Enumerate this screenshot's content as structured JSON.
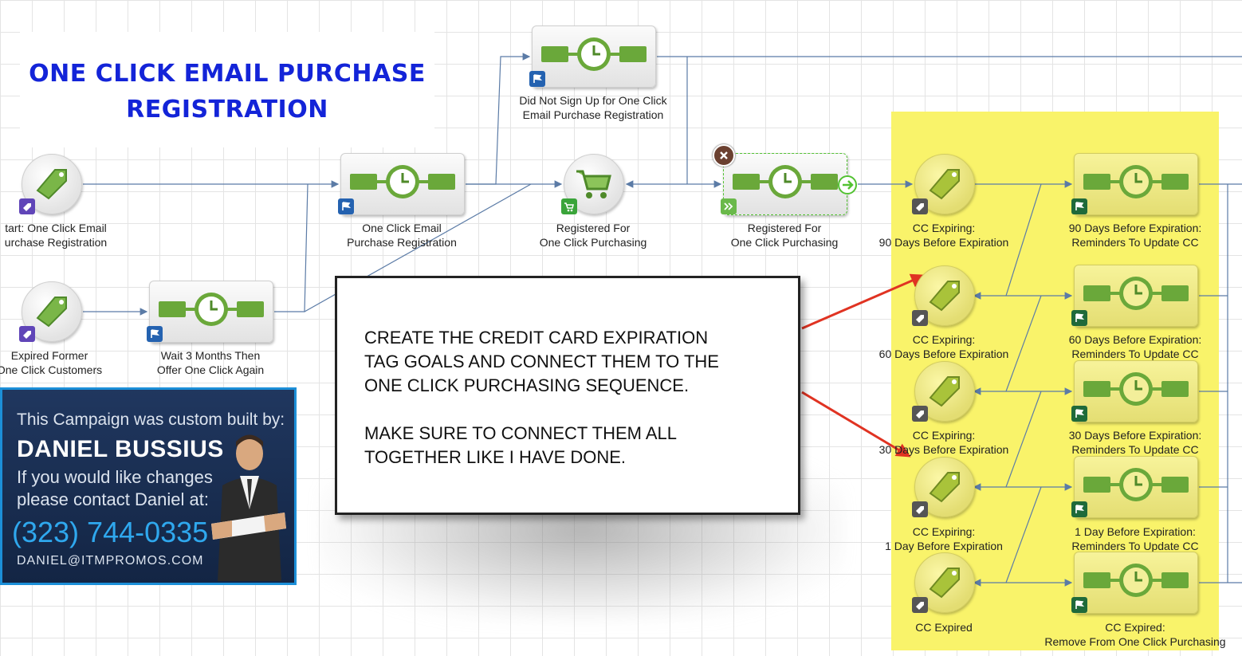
{
  "title": {
    "line1": "ONE CLICK EMAIL PURCHASE",
    "line2": "REGISTRATION"
  },
  "nodes": {
    "start_goal": {
      "line1": "tart: One Click Email",
      "line2": "urchase Registration"
    },
    "expired_goal": {
      "line1": "Expired Former",
      "line2": "One Click Customers"
    },
    "wait_seq": {
      "line1": "Wait 3 Months Then",
      "line2": "Offer One Click Again"
    },
    "oneclick_seq": {
      "line1": "One Click Email",
      "line2": "Purchase Registration"
    },
    "did_not_sign_seq": {
      "line1": "Did Not Sign Up for One Click",
      "line2": "Email Purchase Registration"
    },
    "registered_goal": {
      "line1": "Registered For",
      "line2": "One Click Purchasing"
    },
    "registered_seq": {
      "line1": "Registered For",
      "line2": "One Click Purchasing"
    },
    "cc_goals": [
      {
        "line1": "CC Expiring:",
        "line2": "90 Days Before Expiration"
      },
      {
        "line1": "CC Expiring:",
        "line2": "60 Days Before Expiration"
      },
      {
        "line1": "CC Expiring:",
        "line2": "30 Days Before Expiration"
      },
      {
        "line1": "CC Expiring:",
        "line2": "1 Day Before Expiration"
      },
      {
        "line1": "CC Expired",
        "line2": ""
      }
    ],
    "cc_seqs": [
      {
        "line1": "90 Days Before Expiration:",
        "line2": "Reminders To Update CC"
      },
      {
        "line1": "60 Days Before Expiration:",
        "line2": "Reminders To Update CC"
      },
      {
        "line1": "30 Days Before Expiration:",
        "line2": "Reminders To Update CC"
      },
      {
        "line1": "1 Day Before Expiration:",
        "line2": "Reminders To Update CC"
      },
      {
        "line1": "CC Expired:",
        "line2": "Remove From One Click Purchasing"
      }
    ]
  },
  "callout": {
    "para1": [
      "CREATE THE CREDIT CARD EXPIRATION",
      "TAG GOALS AND CONNECT THEM TO THE",
      "ONE CLICK PURCHASING SEQUENCE."
    ],
    "para2": [
      "MAKE SURE TO CONNECT THEM ALL",
      "TOGETHER LIKE I HAVE DONE."
    ]
  },
  "banner": {
    "intro": "This Campaign was custom built by:",
    "name": "DANIEL BUSSIUS",
    "contact_text": "If you would like changes please contact Daniel at:",
    "phone": "(323) 744-0335",
    "email": "DANIEL@ITMPROMOS.COM"
  },
  "colors": {
    "title": "#1324d8",
    "connector": "#5b7ba6",
    "highlight": "#f9f36a",
    "sequence_green": "#6aa83a",
    "annotation_arrow": "#e03322",
    "banner_bg": "#1a2d50",
    "banner_phone": "#2fa8ee"
  },
  "icons": {
    "sequence": "clock-sequence-icon",
    "goal_tag": "tag-icon",
    "goal_cart": "cart-icon",
    "badge_flag": "flag-icon",
    "delete": "close-icon"
  }
}
